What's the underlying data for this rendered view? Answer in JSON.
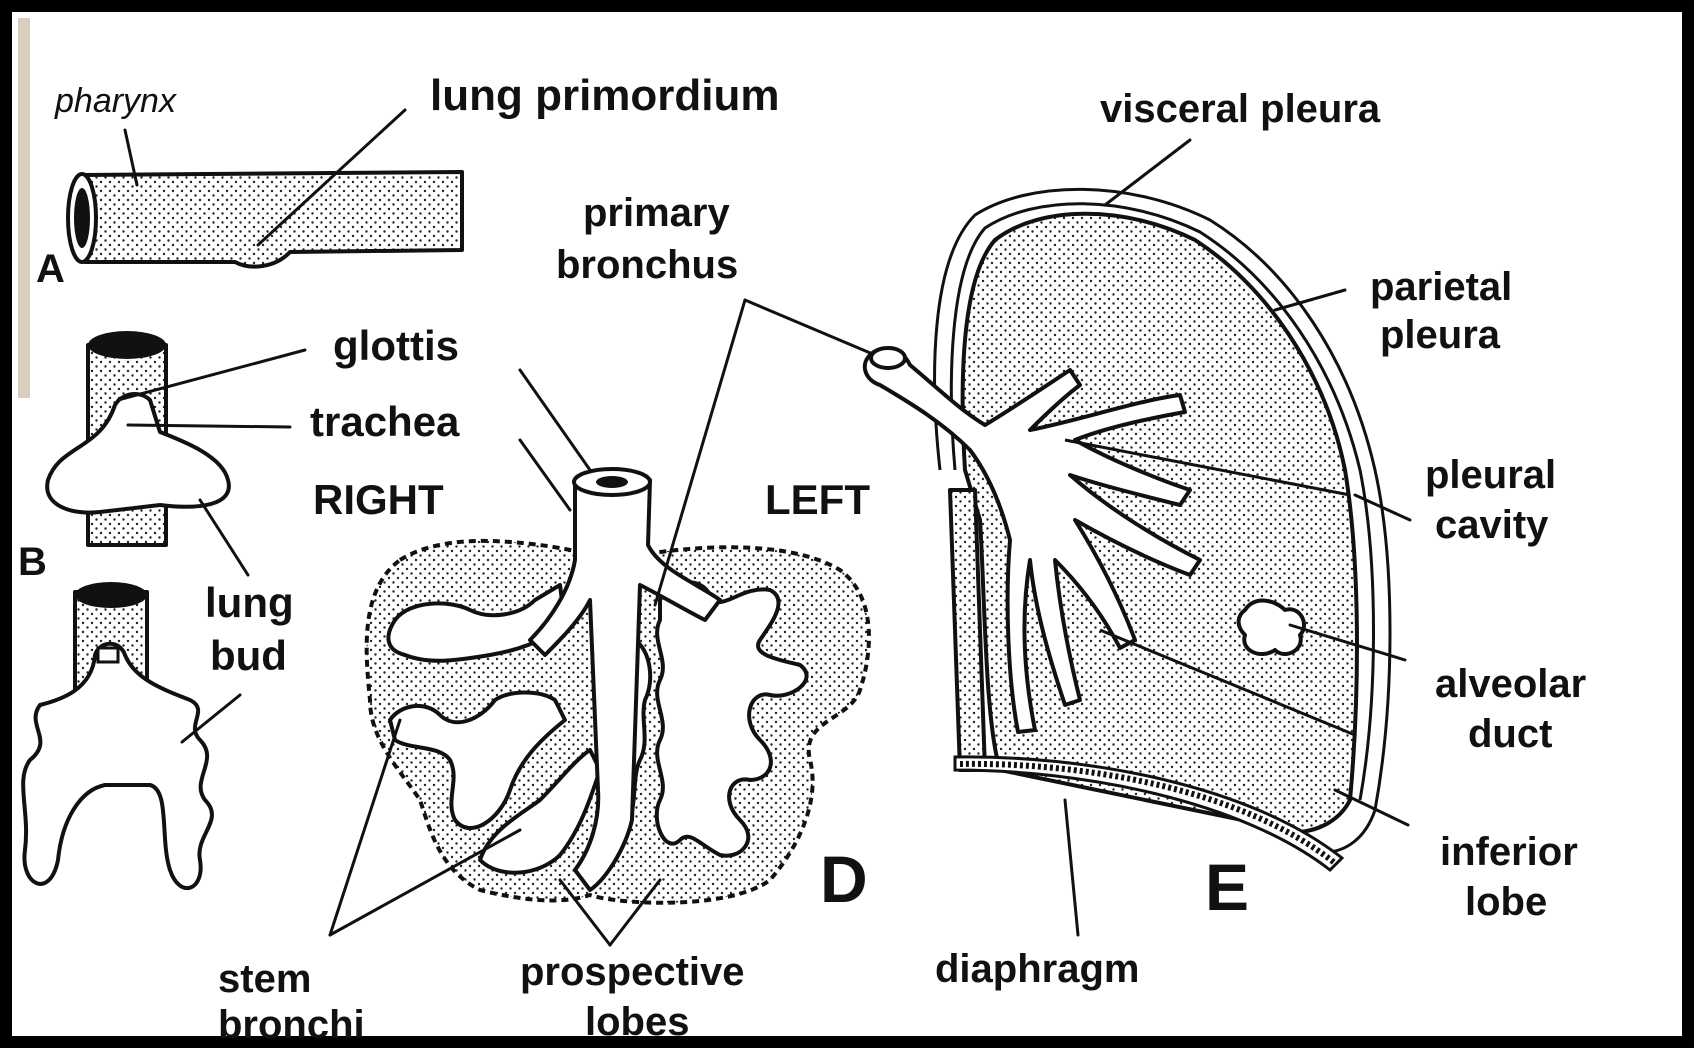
{
  "panels": [
    "A",
    "B",
    "D",
    "E"
  ],
  "labels": {
    "pharynx": "pharynx",
    "lung_primordium": "lung primordium",
    "glottis": "glottis",
    "trachea": "trachea",
    "lung_bud_1": "lung",
    "lung_bud_2": "bud",
    "primary_bronchus_1": "primary",
    "primary_bronchus_2": "bronchus",
    "right": "RIGHT",
    "left": "LEFT",
    "visceral_pleura": "visceral pleura",
    "parietal_pleura_1": "parietal",
    "parietal_pleura_2": "pleura",
    "pleural_cavity_1": "pleural",
    "pleural_cavity_2": "cavity",
    "alveolar_duct_1": "alveolar",
    "alveolar_duct_2": "duct",
    "inferior_lobe_1": "inferior",
    "inferior_lobe_2": "lobe",
    "stem_bronchi_1": "stem",
    "stem_bronchi_2": "bronchi",
    "prospective_lobes_1": "prospective",
    "prospective_lobes_2": "lobes",
    "diaphragm": "diaphragm"
  },
  "colors": {
    "ink": "#111111",
    "paper": "#ffffff",
    "frame": "#000000"
  }
}
